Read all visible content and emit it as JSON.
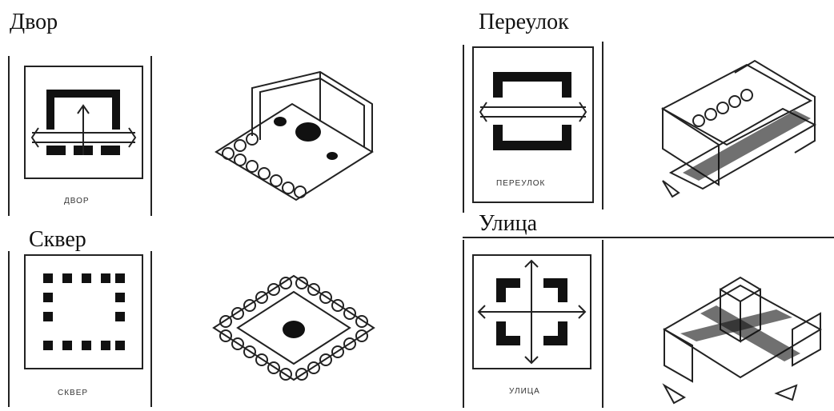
{
  "panels": [
    {
      "id": "dvor",
      "heading": "Двор",
      "caption": "ДВОР"
    },
    {
      "id": "pereulok",
      "heading": "Переулок",
      "caption": "ПЕРЕУЛОК"
    },
    {
      "id": "skver",
      "heading": "Сквер",
      "caption": "СКВЕР"
    },
    {
      "id": "ulitsa",
      "heading": "Улица",
      "caption": "УЛИЦА"
    }
  ]
}
